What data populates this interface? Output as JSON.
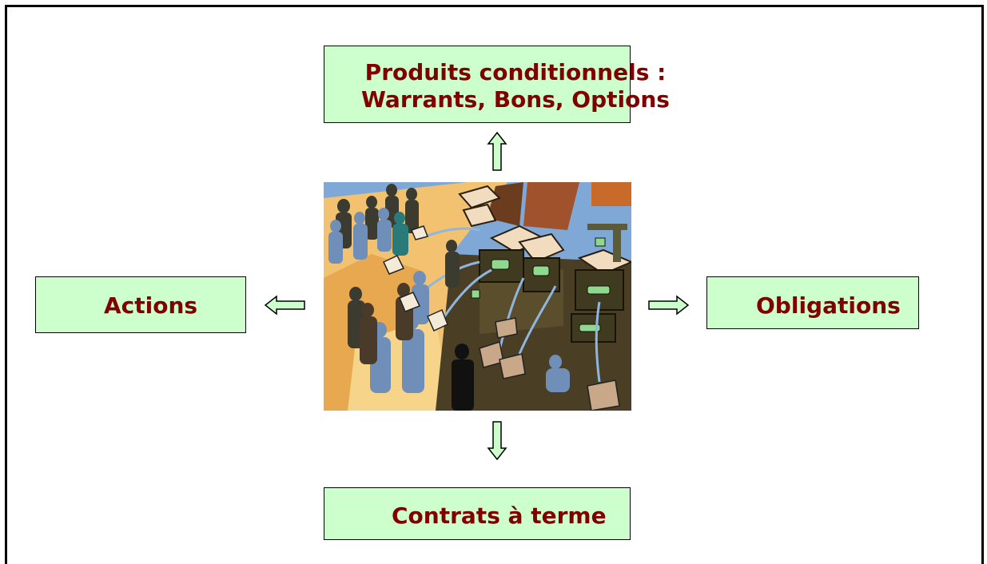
{
  "boxes": {
    "top_line1": "Produits conditionnels :",
    "top_line2": "Warrants, Bons, Options",
    "left": "Actions",
    "right": "Obligations",
    "bottom": "Contrats à terme"
  },
  "colors": {
    "box_fill": "#ccffcc",
    "text": "#800000",
    "arrow_fill": "#ccffcc"
  },
  "center_image": "stock-exchange-clipart"
}
